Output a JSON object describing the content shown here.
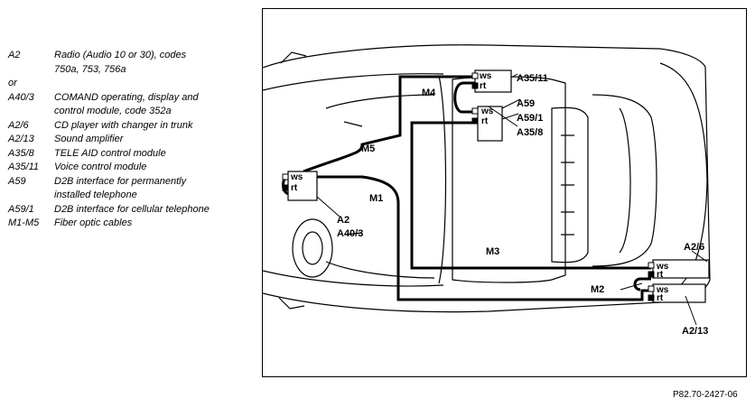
{
  "legend": {
    "entries": [
      {
        "code": "A2",
        "lines": [
          "Radio (Audio 10 or 30), codes",
          "750a, 753, 756a"
        ]
      },
      {
        "or": "or"
      },
      {
        "code": "A40/3",
        "lines": [
          "COMAND operating, display and",
          "control module, code 352a"
        ]
      },
      {
        "code": "A2/6",
        "lines": [
          "CD player with changer in trunk"
        ]
      },
      {
        "code": "A2/13",
        "lines": [
          "Sound amplifier"
        ]
      },
      {
        "code": "A35/8",
        "lines": [
          "TELE AID control module"
        ]
      },
      {
        "code": "A35/11",
        "lines": [
          "Voice control module"
        ]
      },
      {
        "code": "A59",
        "lines": [
          "D2B interface for permanently",
          "installed telephone"
        ]
      },
      {
        "code": "A59/1",
        "lines": [
          "D2B interface for cellular telephone"
        ]
      },
      {
        "code": "M1-M5",
        "lines": [
          "Fiber optic cables"
        ]
      }
    ]
  },
  "diagram": {
    "cable_labels": {
      "m1": "M1",
      "m2": "M2",
      "m3": "M3",
      "m4": "M4",
      "m5": "M5"
    },
    "component_labels": {
      "a35_11": "A35/11",
      "a59": "A59",
      "a59_1": "A59/1",
      "a35_8": "A35/8",
      "a2": "A2",
      "a40_3": "A40/3",
      "a2_6": "A2/6",
      "a2_13": "A2/13"
    },
    "plug_labels": {
      "ws": "ws",
      "rt": "rt"
    }
  },
  "reference": "P82.70-2427-06"
}
